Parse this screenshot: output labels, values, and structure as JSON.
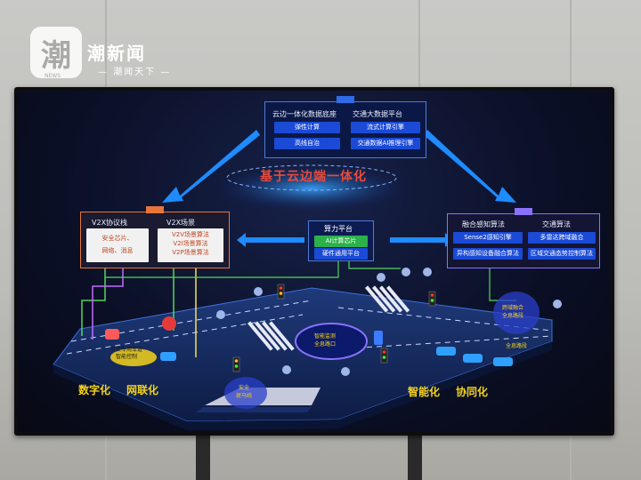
{
  "brand": {
    "logo_char": "潮",
    "logo_sub": "NEWS",
    "name": "潮新闻",
    "tagline": "— 潮闻天下 —"
  },
  "cloud": {
    "left": {
      "title": "云边一体化数据底座",
      "items": [
        "弹性计算",
        "高线自治"
      ]
    },
    "right": {
      "title": "交通大数据平台",
      "items": [
        "流式计算引擎",
        "交通数据AI推理引擎"
      ]
    }
  },
  "central_title": "基于云边端一体化",
  "compute": {
    "title": "算力平台",
    "items": [
      "AI计算芯片",
      "硬件通用平台"
    ]
  },
  "left_panel": {
    "col1": {
      "title": "V2X协议栈",
      "text": [
        "安全芯片、",
        "网络、消息"
      ]
    },
    "col2": {
      "title": "V2X场景",
      "items": [
        "V2V场景算法",
        "V2I场景算法",
        "V2P场景算法"
      ]
    }
  },
  "right_panel": {
    "col1": {
      "title": "融合感知算法",
      "items": [
        "Sense2感知引擎",
        "异构感知设备融合算法"
      ]
    },
    "col2": {
      "title": "交通算法",
      "items": [
        "多雷达跨域融合",
        "区域交通态势控制算法"
      ]
    }
  },
  "scene_labels": {
    "bus": [
      "可变专用车道",
      "智能控制"
    ],
    "junction": [
      "智能监测",
      "全息路口"
    ],
    "crosswalk": [
      "安全",
      "斑马线"
    ],
    "fusion": [
      "跨域融合",
      "全息路段"
    ],
    "fusion2": [
      "全息路段"
    ]
  },
  "bottom_left": [
    "数字化",
    "网联化"
  ],
  "bottom_right": [
    "智能化",
    "协同化"
  ],
  "colors": {
    "accent_blue": "#2e6be6",
    "arrow_blue": "#1e8bff",
    "orange": "#e8743a",
    "label_yellow": "#f5d21a",
    "title_red": "#e94a3a"
  }
}
